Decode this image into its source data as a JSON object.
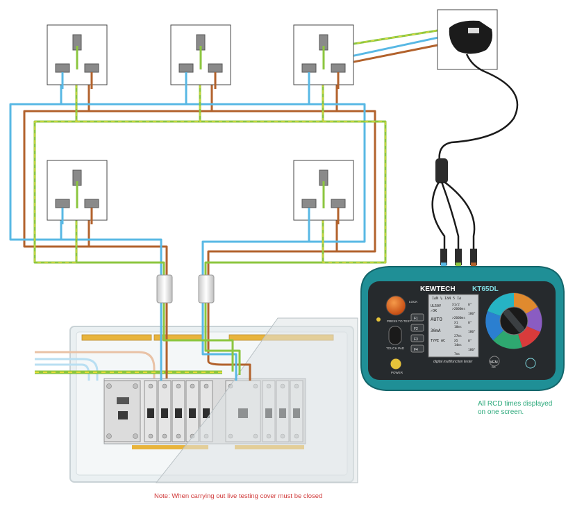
{
  "captions": {
    "rcd_times": "All RCD times displayed on one screen.",
    "note": "Note: When carrying out live testing cover must be closed"
  },
  "tester": {
    "brand": "KEWTECH",
    "model": "KT65DL",
    "subtitle": "digital multifunction tester",
    "press_to_test": "PRESS TO TEST",
    "touch_pad": "TOUCH PAD",
    "power": "POWER",
    "lock": "LOCK",
    "mem": "MEM",
    "rc": "RC",
    "function_keys": [
      "F1",
      "F2",
      "F3",
      "F4"
    ],
    "lcd": {
      "top": "I∆N  ½  I∆N  5 I∆",
      "row1_left": "UL50V",
      "row1_left_b": "✓OK",
      "row2_left": "AUTO",
      "row3_left": "30mA",
      "row4_left": "TYPE AC",
      "readings": [
        {
          "label": "X1/2",
          "angle": "0°",
          "value": ">2000ms"
        },
        {
          "label": "",
          "angle": "180°",
          "value": ">2000ms"
        },
        {
          "label": "X1",
          "angle": "0°",
          "value": "18ms"
        },
        {
          "label": "",
          "angle": "180°",
          "value": "27ms"
        },
        {
          "label": "X5",
          "angle": "0°",
          "value": "14ms"
        },
        {
          "label": "",
          "angle": "180°",
          "value": "7ms"
        }
      ]
    }
  },
  "colors": {
    "brown": "#b2622c",
    "blue": "#58b8e4",
    "green": "#8cc63f",
    "yellow": "#e6dc3a",
    "tester_teal": "#1f8f96",
    "caption_green": "#2aa87a",
    "note_red": "#d03a3a"
  }
}
